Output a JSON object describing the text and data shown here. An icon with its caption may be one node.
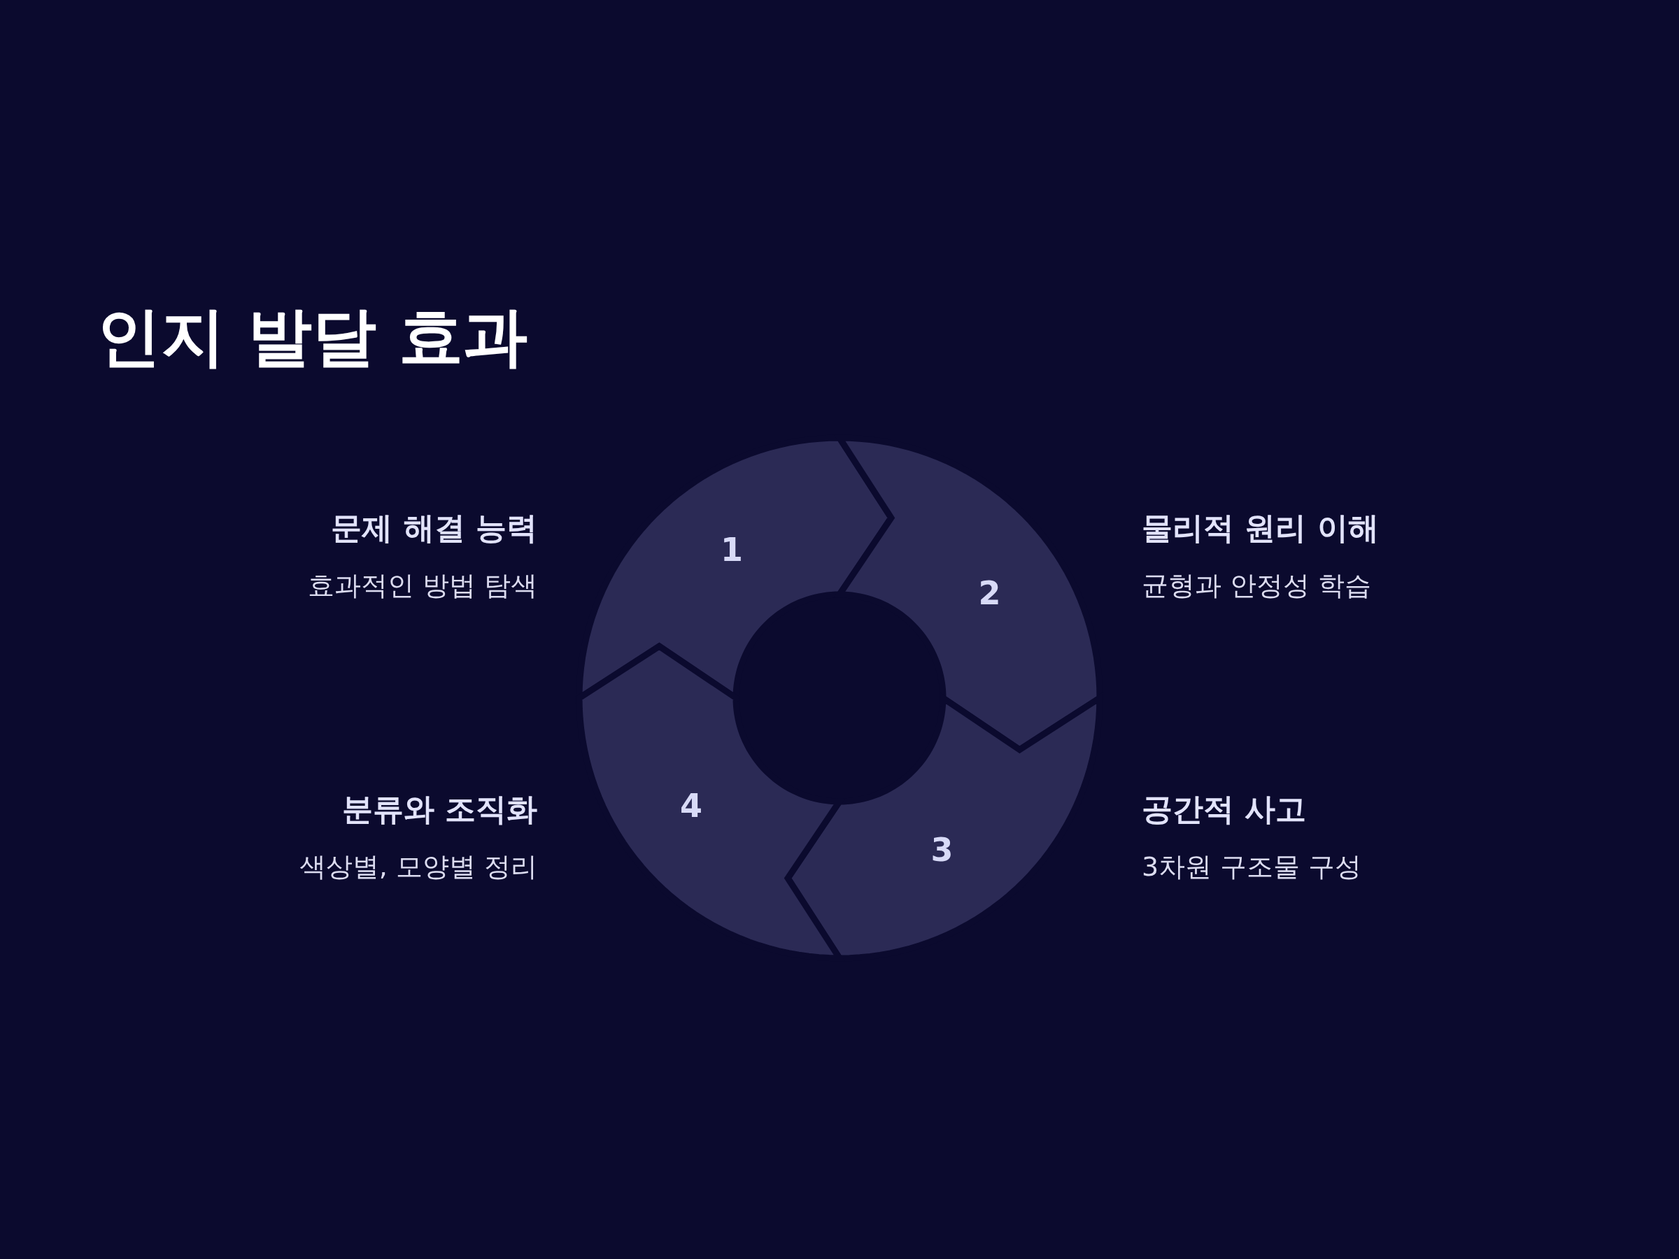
{
  "diagram": {
    "title": "인지 발달 효과",
    "nodes": [
      {
        "text": [
          "1"
        ],
        "beside": [
          "문제 해결 능력",
          "효과적인 방법 탐색"
        ]
      },
      {
        "text": [
          "2"
        ],
        "beside": [
          "물리적 원리 이해",
          "균형과 안정성 학습"
        ]
      },
      {
        "text": [
          "3"
        ],
        "beside": [
          "공간적 사고",
          "3차원 구조물 구성"
        ]
      },
      {
        "text": [
          "4"
        ],
        "beside": [
          "분류와 조직화",
          "색상별, 모양별 정리"
        ]
      }
    ],
    "edges": []
  }
}
